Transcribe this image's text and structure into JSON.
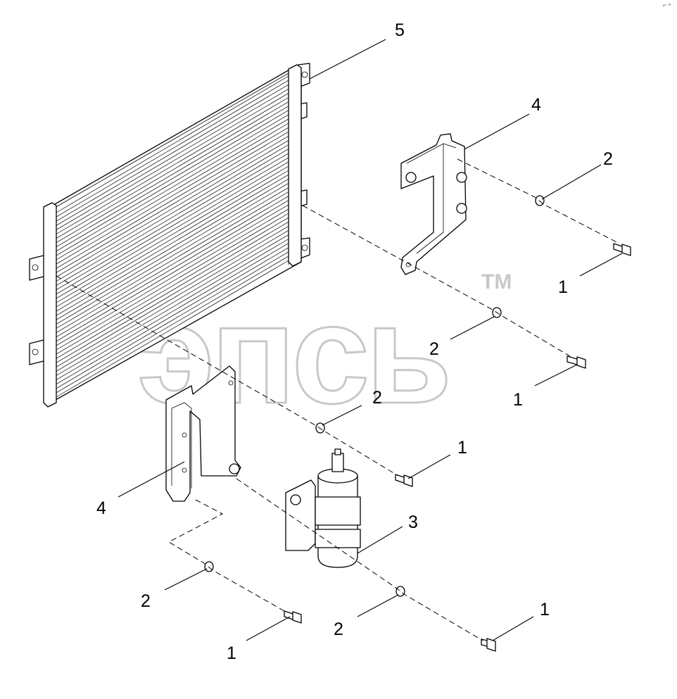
{
  "watermark": {
    "text": "эпсь",
    "tm": "TM"
  },
  "corner_mark": "⌐ ⁿ",
  "callouts": {
    "c5": "5",
    "c4_top": "4",
    "c2_top": "2",
    "c1_top": "1",
    "c2_mid": "2",
    "c1_mid": "1",
    "c2_low": "2",
    "c1_low": "1",
    "c4_left": "4",
    "c3": "3",
    "c2_bl": "2",
    "c1_bl": "1",
    "c2_bc": "2",
    "c1_br": "1"
  }
}
